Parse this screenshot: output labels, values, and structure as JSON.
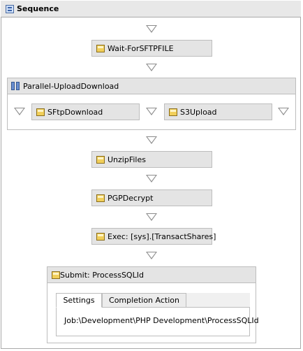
{
  "sequence": {
    "title": "Sequence",
    "icon": "sequence-icon"
  },
  "activities": {
    "wait": "Wait-ForSFTPFILE",
    "parallel": "Parallel-UploadDownload",
    "sftp": "SFtpDownload",
    "s3": "S3Upload",
    "unzip": "UnzipFiles",
    "pgp": "PGPDecrypt",
    "exec": "Exec: [sys].[TransactShares]",
    "submit": "Submit: ProcessSQLId"
  },
  "submit_panel": {
    "tabs": [
      "Settings",
      "Completion Action"
    ],
    "active_tab": "Settings",
    "path": "Job:\\Development\\PHP Development\\ProcessSQLId"
  },
  "colors": {
    "header_bg": "#e8e8e8",
    "activity_bg": "#e4e4e4",
    "border": "#bdbdbd",
    "icon_gold": "#f1cf5a"
  }
}
